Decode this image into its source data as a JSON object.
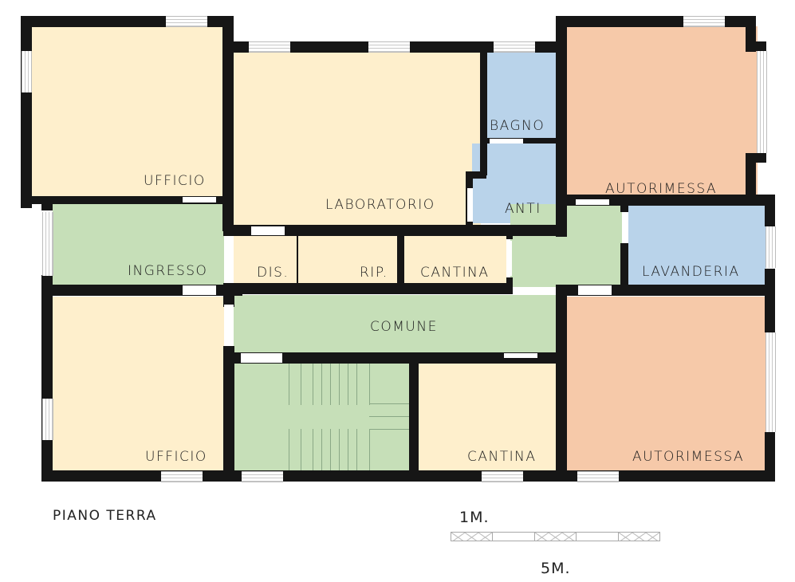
{
  "plan": {
    "title": "PIANO TERRA",
    "colors": {
      "office_cream": "#FEEFCC",
      "common_green": "#C6DFB8",
      "service_blue": "#B9D3EA",
      "garage_peach": "#F6C9A9",
      "wall": "#161616"
    },
    "rooms": [
      {
        "id": "ufficio-top",
        "label": "UFFICIO",
        "color": "office_cream"
      },
      {
        "id": "laboratorio",
        "label": "LABORATORIO",
        "color": "office_cream"
      },
      {
        "id": "bagno",
        "label": "BAGNO",
        "color": "service_blue"
      },
      {
        "id": "anti",
        "label": "ANTI",
        "color": "service_blue"
      },
      {
        "id": "autorimessa-top",
        "label": "AUTORIMESSA",
        "color": "garage_peach"
      },
      {
        "id": "ingresso",
        "label": "INGRESSO",
        "color": "common_green"
      },
      {
        "id": "dis",
        "label": "DIS.",
        "color": "office_cream"
      },
      {
        "id": "rip",
        "label": "RIP.",
        "color": "office_cream"
      },
      {
        "id": "cantina-top",
        "label": "CANTINA",
        "color": "office_cream"
      },
      {
        "id": "lavanderia",
        "label": "LAVANDERIA",
        "color": "service_blue"
      },
      {
        "id": "comune",
        "label": "COMUNE",
        "color": "common_green"
      },
      {
        "id": "ufficio-bottom",
        "label": "UFFICIO",
        "color": "office_cream"
      },
      {
        "id": "scala",
        "label": "",
        "color": "common_green"
      },
      {
        "id": "cantina-bottom",
        "label": "CANTINA",
        "color": "office_cream"
      },
      {
        "id": "autorimessa-bottom",
        "label": "AUTORIMESSA",
        "color": "garage_peach"
      }
    ]
  },
  "scale": {
    "unit_label": "1M.",
    "total_label": "5M.",
    "segments": 5
  }
}
